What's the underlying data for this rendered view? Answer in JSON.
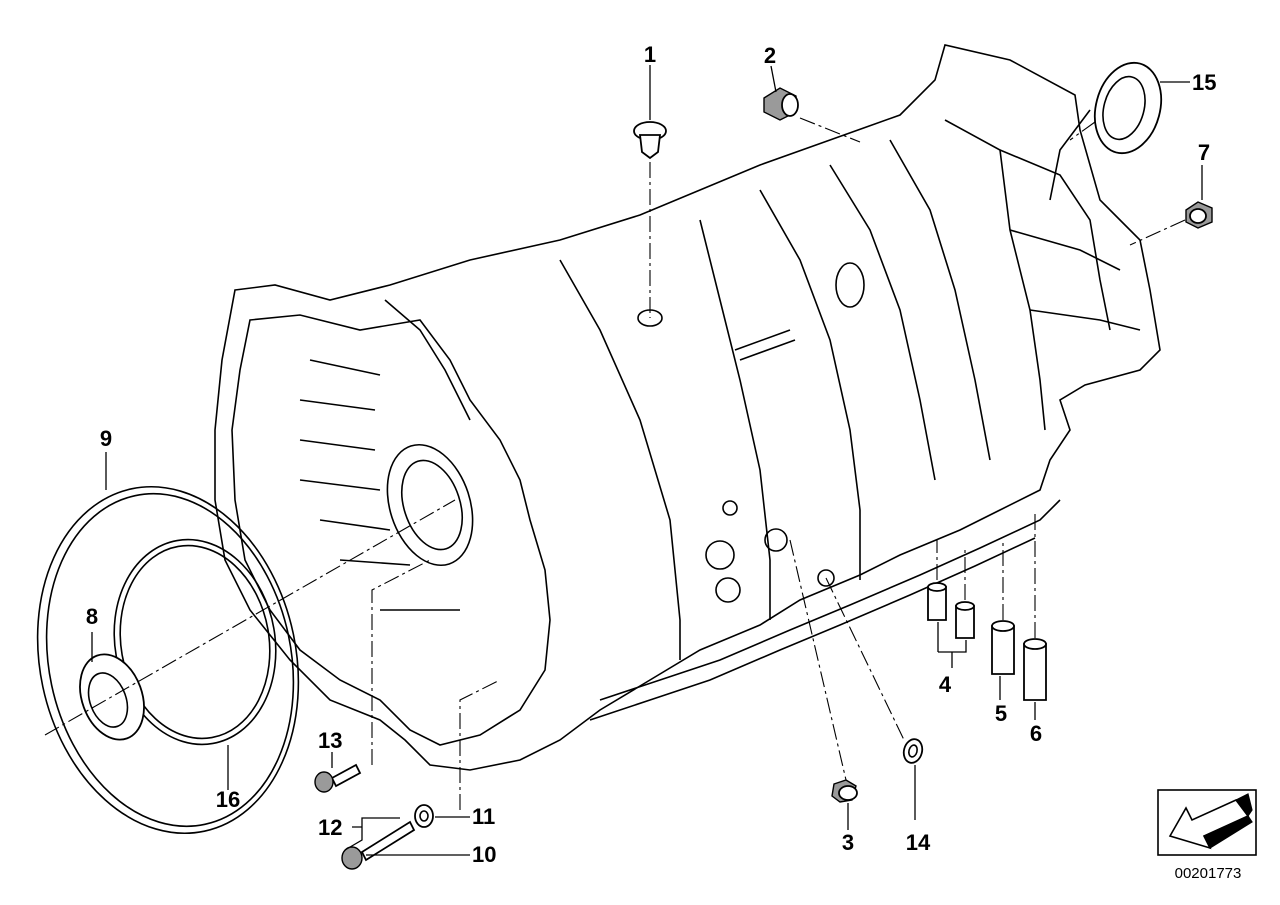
{
  "diagram": {
    "document_number": "00201773",
    "callouts": [
      {
        "id": "1",
        "text": "1"
      },
      {
        "id": "2",
        "text": "2"
      },
      {
        "id": "3",
        "text": "3"
      },
      {
        "id": "4",
        "text": "4"
      },
      {
        "id": "5",
        "text": "5"
      },
      {
        "id": "6",
        "text": "6"
      },
      {
        "id": "7",
        "text": "7"
      },
      {
        "id": "8",
        "text": "8"
      },
      {
        "id": "9",
        "text": "9"
      },
      {
        "id": "10",
        "text": "10"
      },
      {
        "id": "11",
        "text": "11"
      },
      {
        "id": "12",
        "text": "12"
      },
      {
        "id": "13",
        "text": "13"
      },
      {
        "id": "14",
        "text": "14"
      },
      {
        "id": "15",
        "text": "15"
      },
      {
        "id": "16",
        "text": "16"
      }
    ]
  }
}
